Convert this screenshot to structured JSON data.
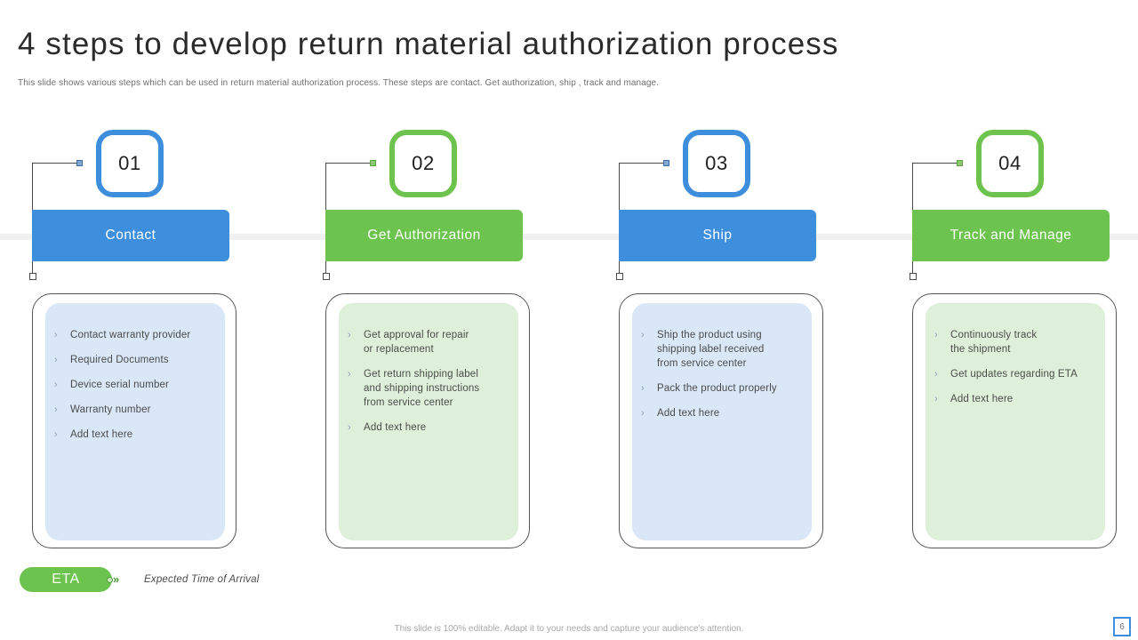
{
  "header": {
    "title": "4 steps to develop return material authorization process",
    "subtitle": "This slide shows various steps which can be used in return material authorization process. These steps are contact. Get authorization, ship , track and manage."
  },
  "colors": {
    "blue": "#3E8EDE",
    "green": "#6CC44F",
    "blue_panel": "#d9e7f7",
    "green_panel": "#dff0da",
    "timeline": "#f0f0f0",
    "title_text": "#2b2b2b",
    "body_text": "#4b4b4b"
  },
  "steps": [
    {
      "number": "01",
      "label": "Contact",
      "accent": "blue",
      "bullets": [
        "Contact warranty  provider",
        "Required  Documents",
        "Device  serial  number",
        "Warranty  number",
        "Add text here"
      ]
    },
    {
      "number": "02",
      "label": "Get Authorization",
      "accent": "green",
      "bullets": [
        "Get approval  for  repair\nor replacement",
        "Get return shipping label\nand  shipping  instructions\nfrom  service  center",
        "Add text here"
      ]
    },
    {
      "number": "03",
      "label": "Ship",
      "accent": "blue",
      "bullets": [
        "Ship the product  using\nshipping label received\nfrom  service  center",
        "Pack the product  properly",
        "Add text here"
      ]
    },
    {
      "number": "04",
      "label": "Track and Manage",
      "accent": "green",
      "bullets": [
        "Continuously  track\nthe shipment",
        "Get updates  regarding  ETA",
        "Add text here"
      ]
    }
  ],
  "legend": {
    "pill_label": "ETA",
    "description": "Expected Time of Arrival",
    "marker_icon": "arrow-marker-icon"
  },
  "footer": {
    "note": "This slide is 100% editable.  Adapt it to your needs and capture your audience's attention.",
    "page_number": "6"
  },
  "bullet_glyph": "›"
}
